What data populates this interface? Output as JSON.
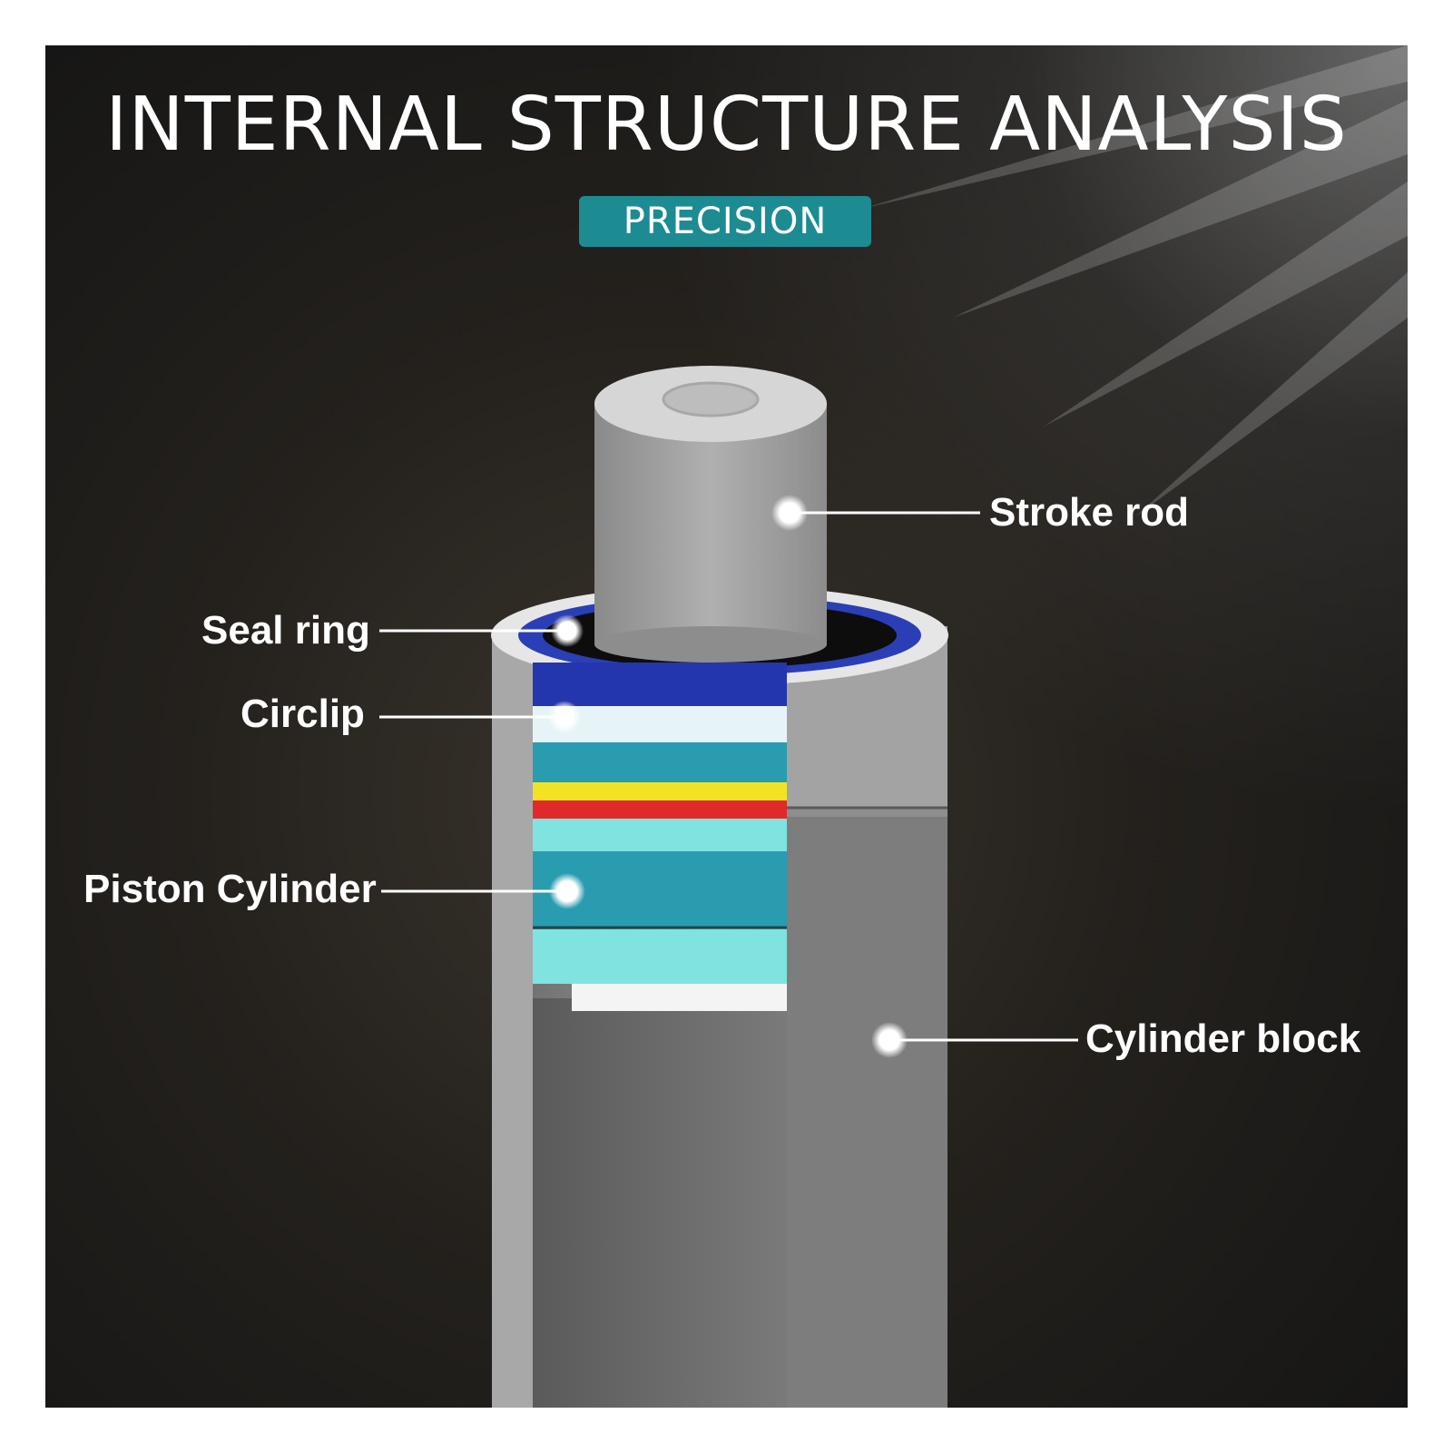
{
  "header": {
    "title": "INTERNAL STRUCTURE ANALYSIS",
    "badge": "PRECISION"
  },
  "diagram": {
    "callouts": {
      "stroke_rod": "Stroke rod",
      "seal_ring": "Seal ring",
      "circlip": "Circlip",
      "piston_cylinder": "Piston Cylinder",
      "cylinder_block": "Cylinder block"
    },
    "colors": {
      "background": "#1e1c19",
      "badge": "#1c8c92",
      "seal_ring": "#2a3fb5",
      "circlip": "#d8eef2",
      "piston_teal": "#2a9cb0",
      "piston_light": "#7fe3e0",
      "yellow_band": "#f2e224",
      "red_band": "#e02a2a",
      "metal_grey": "#7c7c7c"
    }
  }
}
